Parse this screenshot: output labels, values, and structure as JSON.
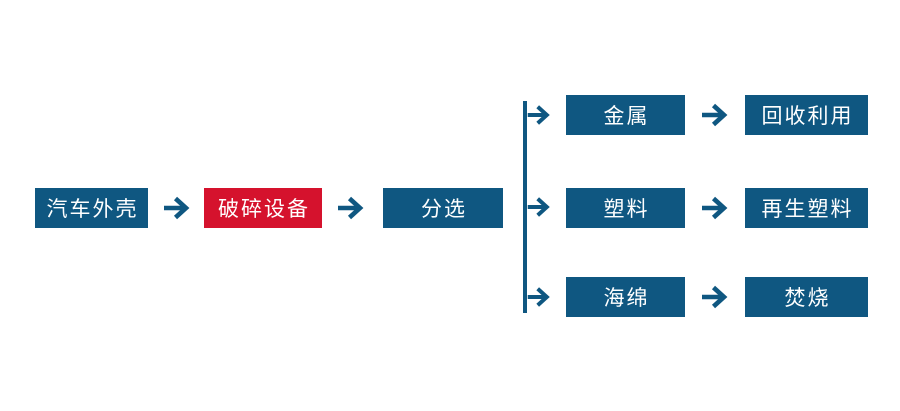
{
  "diagram": {
    "type": "flowchart",
    "background": "#ffffff",
    "colors": {
      "node_fill_blue": "#0f5781",
      "node_fill_red": "#d5122d",
      "node_text": "#ffffff",
      "connector": "#0f5781"
    },
    "icons": {
      "arrow_right": "→"
    },
    "flow": {
      "source": {
        "label": "汽车外壳"
      },
      "process": {
        "label": "破碎设备",
        "highlighted": true
      },
      "sorting": {
        "label": "分选"
      },
      "branches": [
        {
          "material": "金属",
          "destination": "回收利用"
        },
        {
          "material": "塑料",
          "destination": "再生塑料"
        },
        {
          "material": "海绵",
          "destination": "焚烧"
        }
      ]
    }
  }
}
